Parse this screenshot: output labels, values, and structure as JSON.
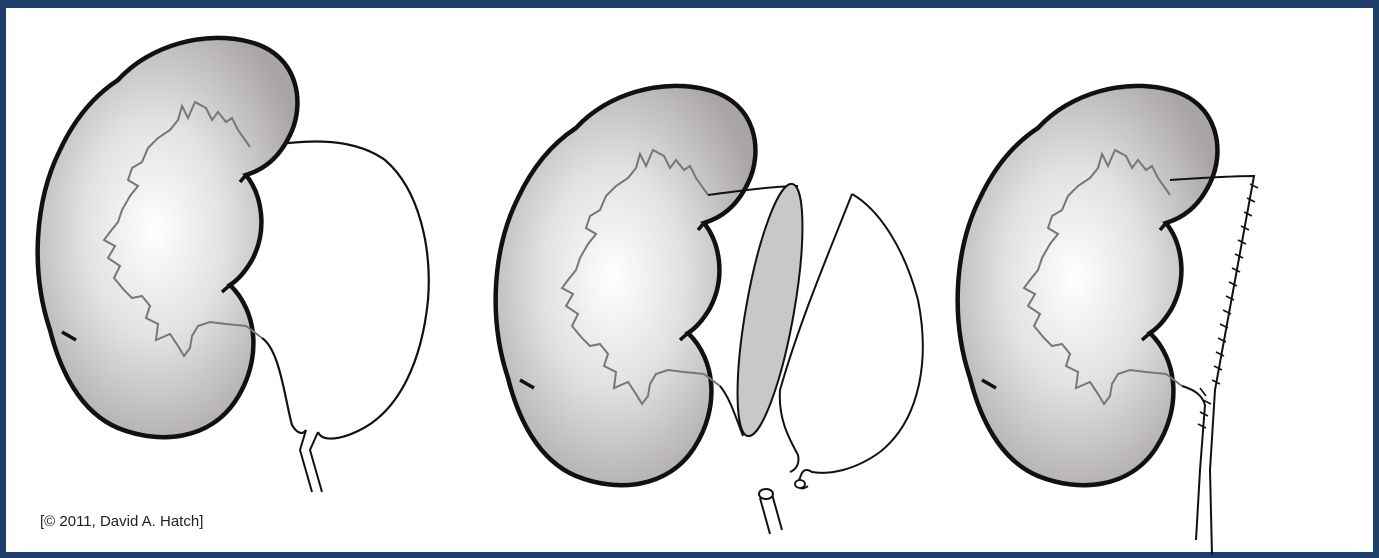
{
  "figure": {
    "copyright": "[© 2011, David A. Hatch]",
    "colors": {
      "frame": "#1f3f6b",
      "kidney_fill_center": "#ffffff",
      "kidney_fill_edge": "#aaa6a6",
      "outline": "#111111",
      "pelvis_line": "#777777",
      "excised_segment": "#c8c8c8"
    },
    "panels": [
      {
        "name": "dilated-renal-pelvis"
      },
      {
        "name": "excision-of-pelvis"
      },
      {
        "name": "anastomosis-sutured"
      }
    ]
  }
}
